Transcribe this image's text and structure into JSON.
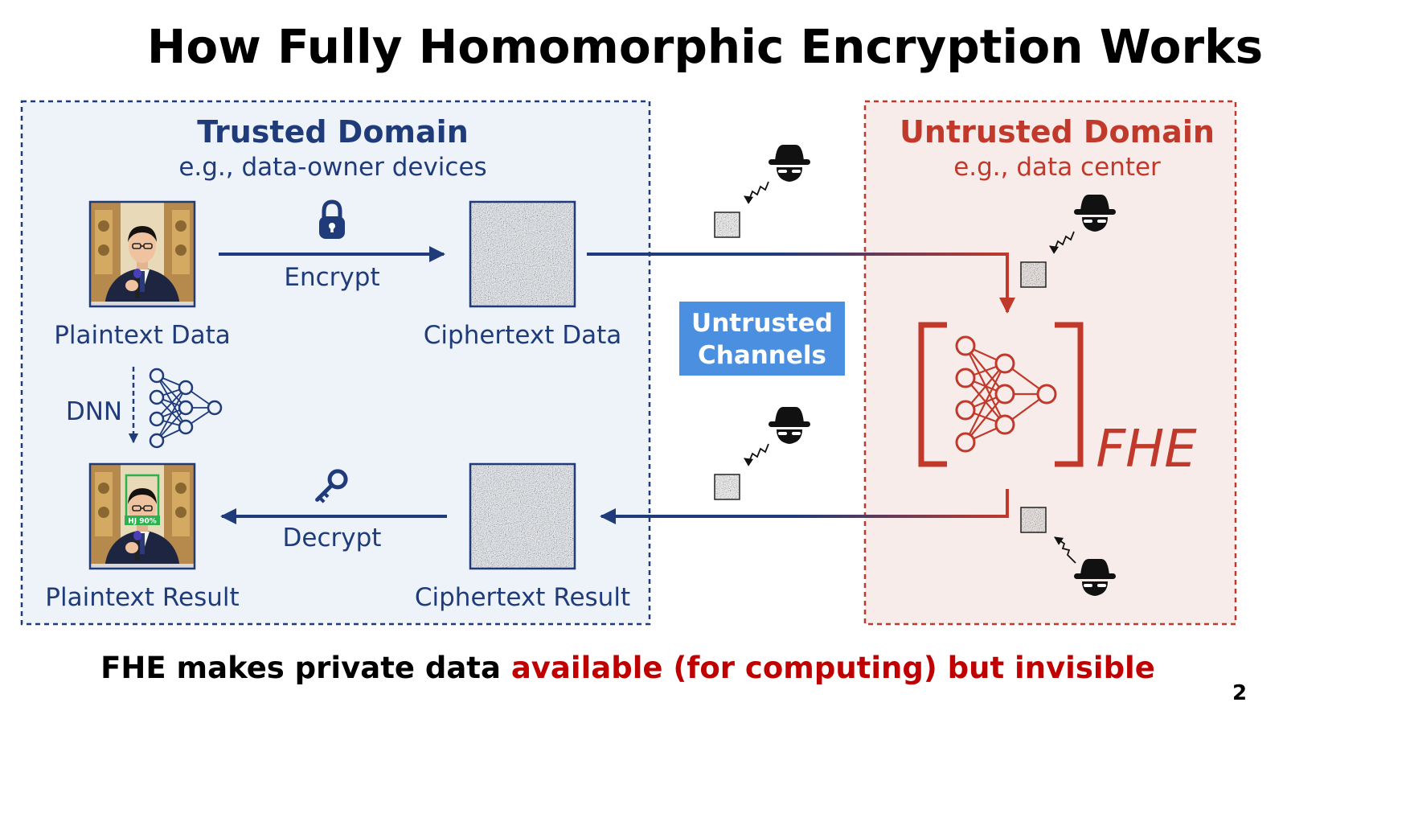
{
  "title": "How Fully Homomorphic Encryption Works",
  "trusted": {
    "heading": "Trusted Domain",
    "subheading": "e.g., data-owner devices",
    "plaintext_data_label": "Plaintext Data",
    "ciphertext_data_label": "Ciphertext Data",
    "plaintext_result_label": "Plaintext Result",
    "ciphertext_result_label": "Ciphertext Result",
    "encrypt_label": "Encrypt",
    "decrypt_label": "Decrypt",
    "dnn_label": "DNN",
    "face_tag": "HJ 90%"
  },
  "untrusted": {
    "heading": "Untrusted Domain",
    "subheading": "e.g., data center",
    "fhe_label": "FHE"
  },
  "channels": {
    "line1": "Untrusted",
    "line2": "Channels"
  },
  "footer": {
    "text_black": "FHE makes private data ",
    "text_red": "available (for computing) but invisible"
  },
  "page_number": "2",
  "colors": {
    "trusted_blue": "#1f3b7a",
    "trusted_bg": "#eef3fa",
    "untrusted_red": "#c0392b",
    "untrusted_bg": "#f7ecea",
    "channel_box": "#4a8fe0",
    "footer_red": "#c00000"
  },
  "icons": {
    "encrypt": "padlock-icon",
    "decrypt": "key-icon",
    "eavesdropper": "hacker-icon",
    "network": "neural-network-icon"
  }
}
